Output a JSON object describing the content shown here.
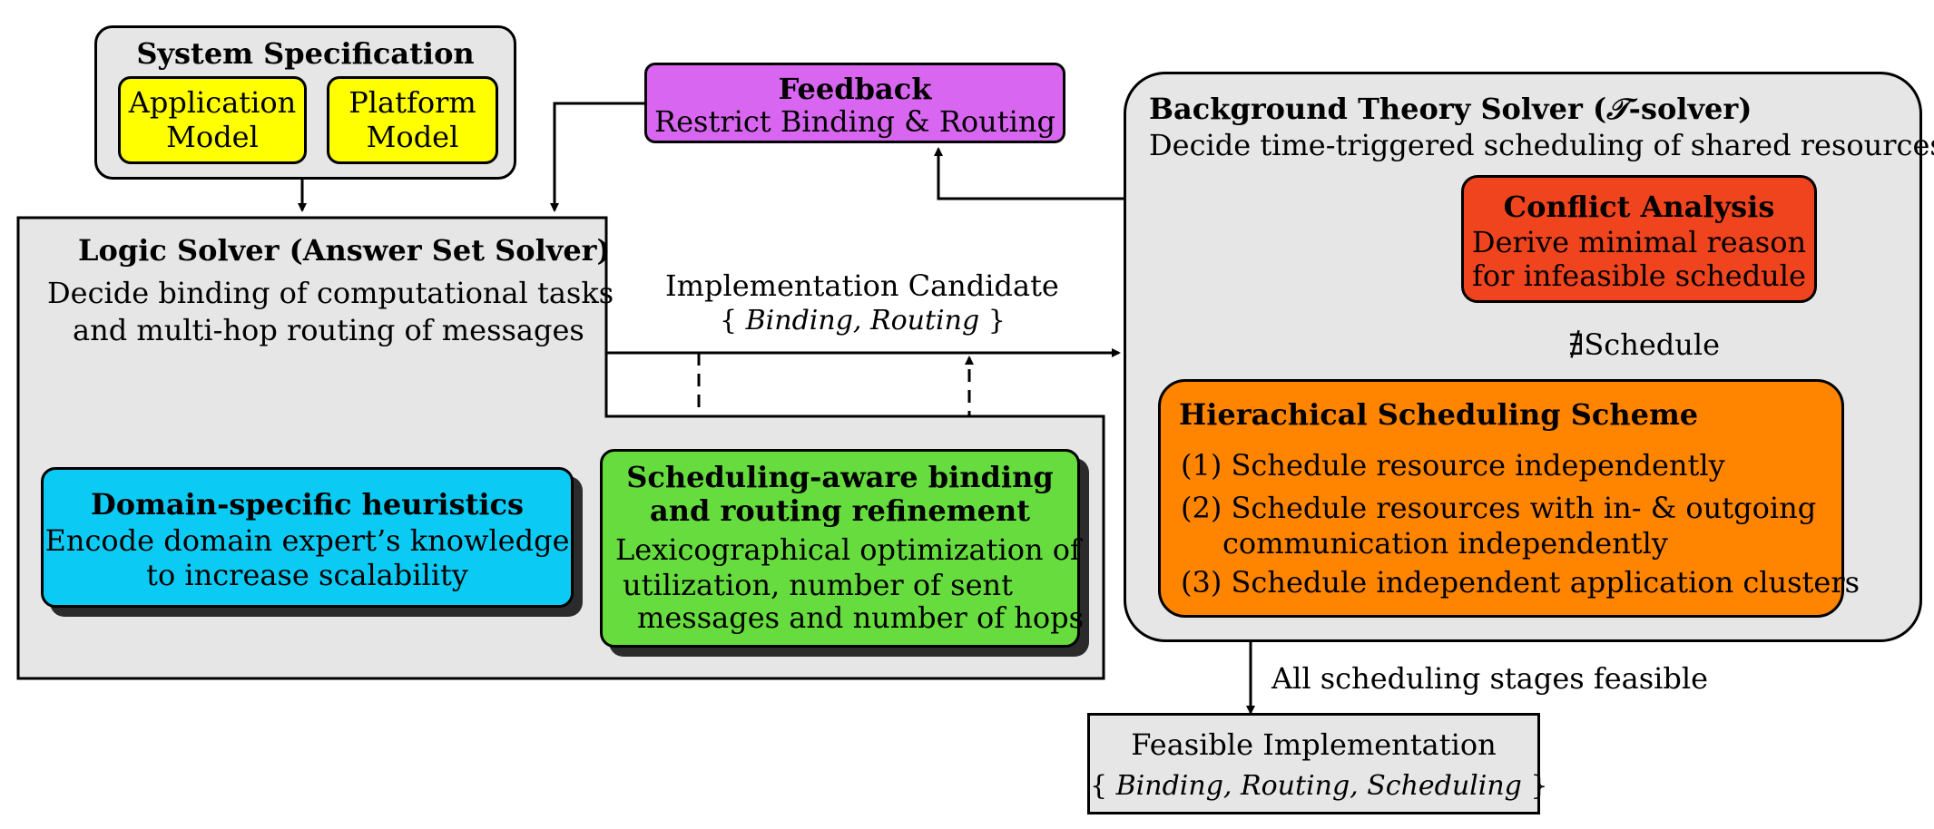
{
  "system_spec": {
    "title": "System Specification",
    "app_model": [
      "Application",
      "Model"
    ],
    "platform_model": [
      "Platform",
      "Model"
    ]
  },
  "feedback": {
    "title": "Feedback",
    "text": "Restrict Binding & Routing"
  },
  "logic_solver": {
    "title": "Logic Solver (Answer Set Solver)",
    "line1": "Decide binding of computational tasks",
    "line2": "and multi-hop routing of messages"
  },
  "impl_candidate": {
    "label": "Implementation Candidate",
    "open": "{",
    "items": "Binding, Routing",
    "close": "}"
  },
  "domain_heuristics": {
    "title": "Domain-specific heuristics",
    "line1": "Encode domain expert’s knowledge",
    "line2": "to increase scalability"
  },
  "sched_aware": {
    "title1": "Scheduling-aware binding",
    "title2": "and routing refinement",
    "line1": "Lexicographical optimization of",
    "line2": "utilization, number of sent",
    "line3": "messages and number of hops"
  },
  "theory_solver": {
    "title_prefix": "Background Theory Solver (",
    "title_symbol": "𝒯",
    "title_suffix": "-solver)",
    "text": "Decide time-triggered scheduling of shared resources"
  },
  "conflict": {
    "title": "Conflict Analysis",
    "line1": "Derive minimal reason",
    "line2": "for infeasible schedule"
  },
  "no_schedule_label": "∄Schedule",
  "hierarchical": {
    "title": "Hierachical Scheduling Scheme",
    "step1": "(1) Schedule resource independently",
    "step2a": "(2) Schedule resources with in- & outgoing",
    "step2b": "communication independently",
    "step3": "(3) Schedule independent application clusters"
  },
  "feasible_label": "All scheduling stages feasible",
  "feasible_impl": {
    "title": "Feasible Implementation",
    "open": "{",
    "items": "Binding, Routing, Scheduling",
    "close": "}"
  },
  "colors": {
    "gray_fill": "#e6e6e6",
    "yellow": "#ffff00",
    "magenta": "#d966f0",
    "cyan": "#0bcbf5",
    "green": "#67dc3f",
    "red": "#f0441e",
    "orange": "#ff8400"
  }
}
